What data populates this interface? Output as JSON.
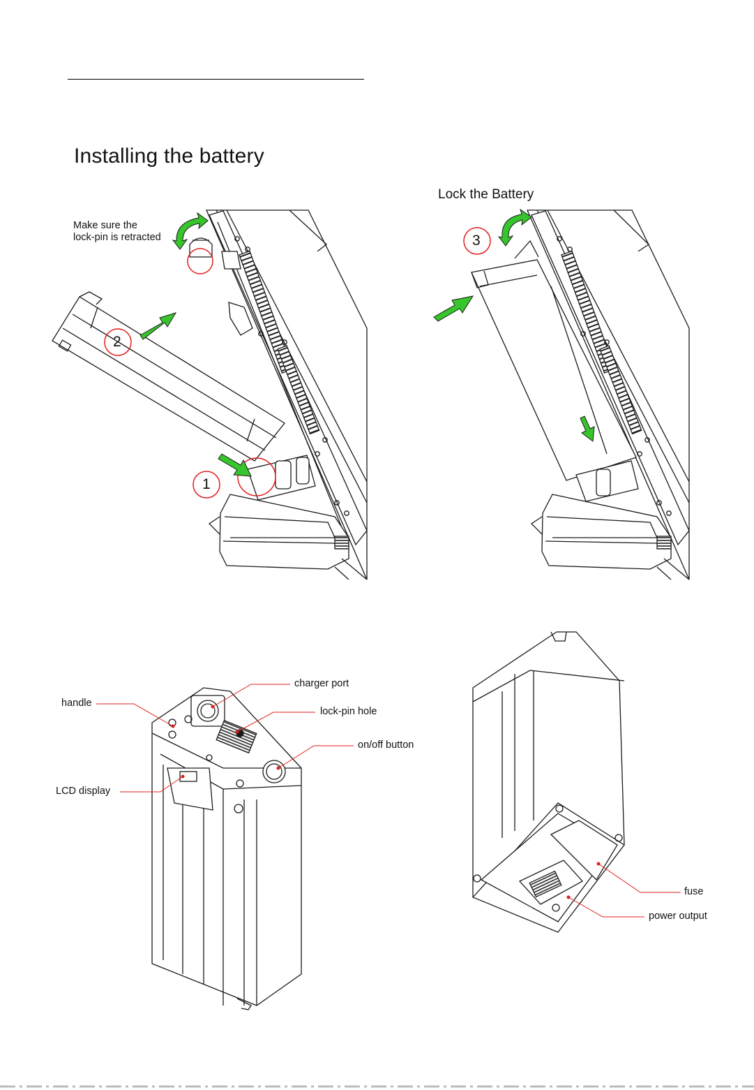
{
  "document": {
    "title": "Installing the battery",
    "lock_heading": "Lock the Battery",
    "note": [
      "Make sure the",
      "lock-pin is retracted"
    ],
    "steps": [
      "1",
      "2",
      "3"
    ]
  },
  "callouts": {
    "charger_port": "charger port",
    "lock_pin_hole": "lock-pin hole",
    "on_off_button": "on/off button",
    "handle": "handle",
    "lcd_display": "LCD display",
    "fuse": "fuse",
    "power_output": "power output"
  },
  "colors": {
    "arrow_green": "#37c52c",
    "marker_red": "#e11f1f",
    "line": "#1a1a1a"
  }
}
